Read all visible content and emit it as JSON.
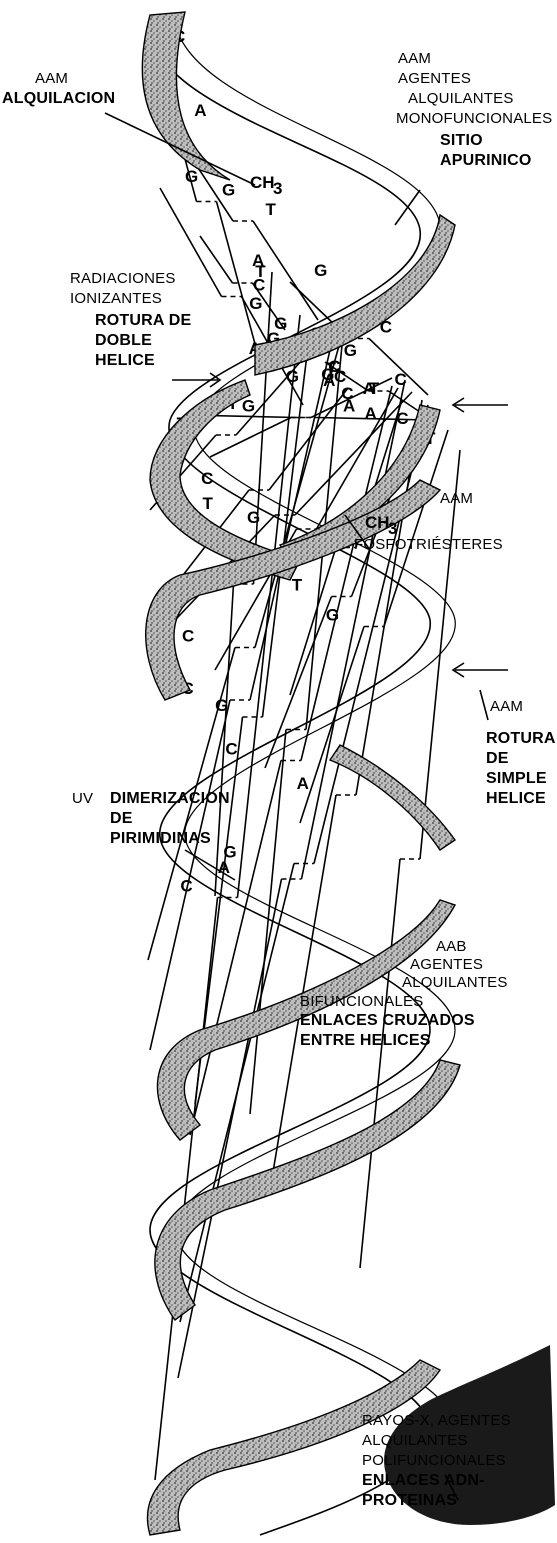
{
  "labels": {
    "aam_1": "AAM",
    "alquilacion": "ALQUILACION",
    "aam_2": "AAM",
    "agentes_1": "AGENTES",
    "alquilantes_1": "ALQUILANTES",
    "monofuncionales": "MONOFUNCIONALES",
    "sitio": "SITIO",
    "apurinico": "APURINICO",
    "radiaciones": "RADIACIONES",
    "ionizantes": "IONIZANTES",
    "rotura_de_1": "ROTURA DE",
    "doble": "DOBLE",
    "helice_1": "HELICE",
    "aam_3": "AAM",
    "fosfotriesteres": "FOSFOTRIÉSTERES",
    "aam_4": "AAM",
    "rotura_2": "ROTURA",
    "de_2": "DE",
    "simple": "SIMPLE",
    "helice_2": "HELICE",
    "uv": "UV",
    "dimerizacion": "DIMERIZACION",
    "de_3": "DE",
    "pirimidinas": "PIRIMIDINAS",
    "aab": "AAB",
    "agentes_2": "AGENTES",
    "alquilantes_2": "ALQUILANTES",
    "bifuncionales": "BIFUNCIONALES",
    "enlaces_cruzados": "ENLACES CRUZADOS",
    "entre_helices": "ENTRE HELICES",
    "rayos_x": "RAYOS-X, AGENTES",
    "alquilantes_3": "ALQUILANTES",
    "polifuncionales": "POLIFUNCIONALES",
    "enlaces_adn": "ENLACES ADN-",
    "proteinas": "PROTEINAS"
  },
  "methyl": {
    "text": "CH",
    "sub": "3"
  },
  "base_pairs": [
    {
      "l": "C",
      "r": "G"
    },
    {
      "l": "A",
      "r": "T"
    },
    {
      "l": "G",
      "r": "C"
    },
    {
      "l": "",
      "r": "T"
    },
    {
      "l": "G",
      "r": "C"
    },
    {
      "l": "G",
      "r": "C"
    },
    {
      "l": "T",
      "r": "A"
    },
    {
      "l": "G",
      "r": "C"
    },
    {
      "l": "T",
      "r": "A"
    },
    {
      "l": "C",
      "r": "G"
    },
    {
      "l": "T",
      "r": "A"
    },
    {
      "l": "G",
      "r": "C"
    },
    {
      "l": "",
      "r": "A"
    },
    {
      "l": "G",
      "r": "C"
    },
    {
      "l": "T",
      "r": "A"
    },
    {
      "l": "T",
      "r": "A"
    },
    {
      "l": "C",
      "r": "G"
    },
    {
      "l": "C",
      "r": "G"
    },
    {
      "l": "G",
      "r": ""
    },
    {
      "l": "",
      "r": "C"
    },
    {
      "l": "C",
      "r": "G"
    },
    {
      "l": "A",
      "r": "T"
    },
    {
      "l": "",
      "r": "T"
    },
    {
      "l": "G",
      "r": "C"
    },
    {
      "l": "A",
      "r": "T"
    },
    {
      "l": "C",
      "r": "G"
    }
  ]
}
